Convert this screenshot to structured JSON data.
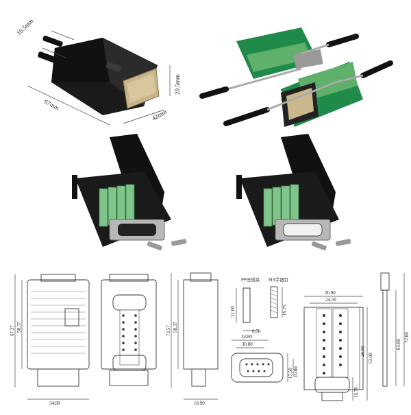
{
  "top_left": {
    "dims": {
      "height": "10.5mm",
      "length": "67mm",
      "right": "20.5mm",
      "width": "42mm"
    }
  },
  "drawings": {
    "front_view": {
      "height_outer": "67.37",
      "height_inner": "58.37",
      "width": "34.80"
    },
    "back_view": {},
    "side_view": {
      "height_outer": "73.57",
      "height_inner": "58.37",
      "width": "18.90"
    },
    "clip": {
      "cjk_label": "PP压线夹",
      "height": "21.00",
      "width": "6.50"
    },
    "screw": {
      "cjk_label": "M3手钮钉",
      "length": "15.75"
    },
    "panel_cutout": {
      "w_outer": "34.80",
      "w_inner": "30.80",
      "h_outer": "17.50",
      "h_inner": "10.80"
    },
    "terminal_board": {
      "w_outer": "30.00",
      "w_inner": "24.50",
      "h_a": "46.80",
      "h_b": "53.00",
      "h_c": "16.70"
    },
    "long_screw": {
      "h_a": "63.00",
      "h_b": "72.00"
    }
  }
}
